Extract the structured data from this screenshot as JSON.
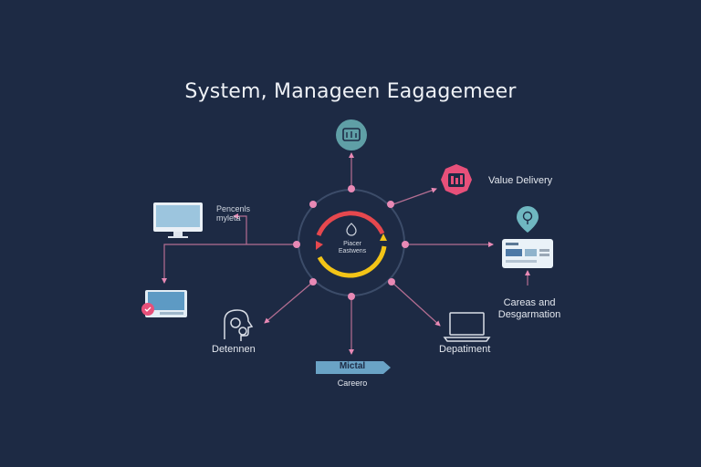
{
  "title": "System, Manageen Eagagemeer",
  "core": {
    "line1": "Piacer",
    "line2": "Eastwens"
  },
  "labels": {
    "top_left_line1": "Pencenls",
    "top_left_line2": "myleta",
    "value_delivery": "Value Delivery",
    "right_lower_line1": "Careas and",
    "right_lower_line2": "Desgarmation",
    "left_bottom": "Detennen",
    "right_bottom": "Depatiment",
    "badge": "Mictal",
    "bottom": "Careero"
  },
  "colors": {
    "background": "#1d2a44",
    "node": "#e889b5",
    "teal": "#5f9fa6",
    "pink": "#e7507a",
    "ring_red": "#e6484e",
    "ring_yellow": "#f3c417",
    "badge": "#6aa3c6",
    "card": "#eaf2f8"
  },
  "icons": [
    "document-teal-icon",
    "chart-pink-icon",
    "lightbulb-pin-icon",
    "dashboard-card-icon",
    "monitor-icon",
    "tablet-icon",
    "laptop-icon",
    "head-gear-icon",
    "cycle-arrows-icon"
  ]
}
